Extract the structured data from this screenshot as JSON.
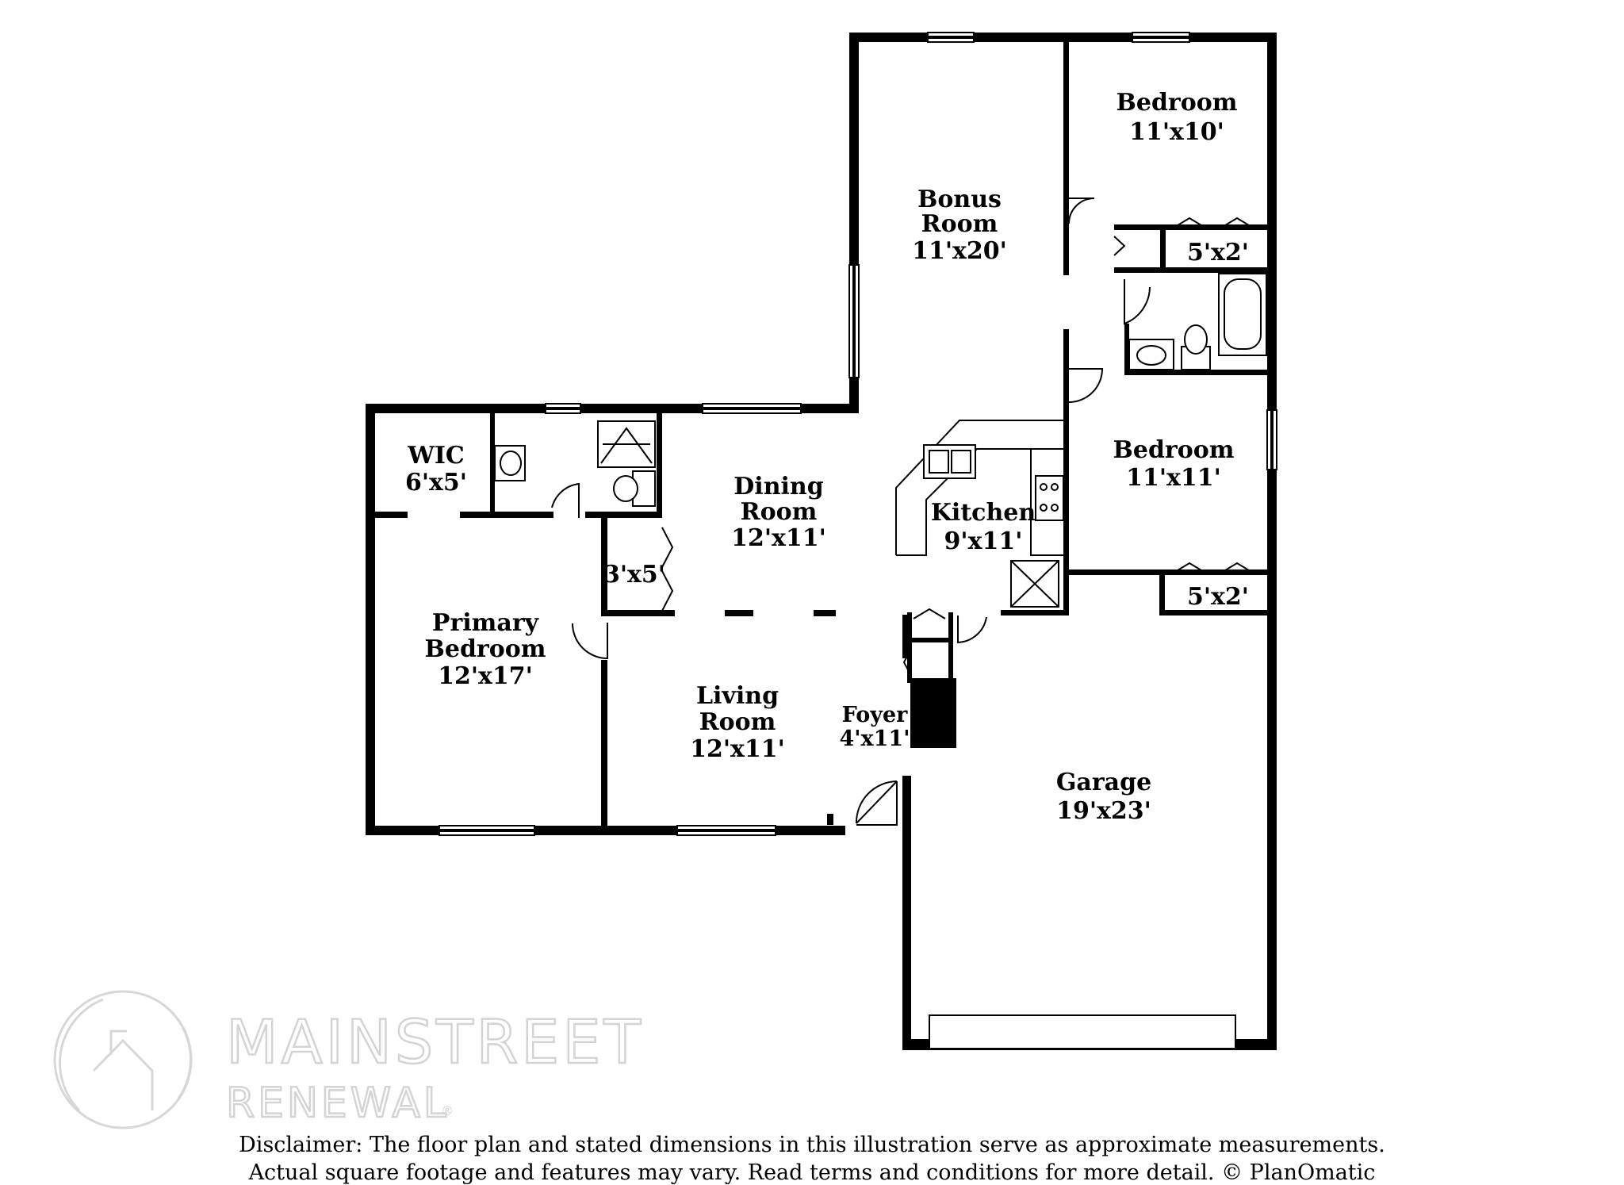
{
  "rooms": {
    "bedroom_top": {
      "name": "Bedroom",
      "dims": "11'x10'"
    },
    "bonus": {
      "name_line1": "Bonus",
      "name_line2": "Room",
      "dims": "11'x20'"
    },
    "closet_top": {
      "dims": "5'x2'"
    },
    "bedroom_mid": {
      "name": "Bedroom",
      "dims": "11'x11'"
    },
    "closet_mid": {
      "dims": "5'x2'"
    },
    "wic": {
      "name": "WIC",
      "dims": "6'x5'"
    },
    "dining": {
      "name_line1": "Dining",
      "name_line2": "Room",
      "dims": "12'x11'"
    },
    "kitchen": {
      "name": "Kitchen",
      "dims": "9'x11'"
    },
    "closet_dining": {
      "dims": "3'x5'"
    },
    "primary": {
      "name_line1": "Primary",
      "name_line2": "Bedroom",
      "dims": "12'x17'"
    },
    "living": {
      "name_line1": "Living",
      "name_line2": "Room",
      "dims": "12'x11'"
    },
    "foyer": {
      "name": "Foyer",
      "dims": "4'x11'"
    },
    "garage": {
      "name": "Garage",
      "dims": "19'x23'"
    }
  },
  "brand": {
    "line1": "MAINSTREET",
    "line2": "RENEWAL",
    "reg": "®"
  },
  "disclaimer": {
    "line1": "Disclaimer: The floor plan and stated dimensions in this illustration serve as approximate measurements.",
    "line2": "Actual square footage and features may vary. Read terms and conditions for more detail. © PlanOmatic"
  },
  "colors": {
    "wall": "#000000",
    "background": "#ffffff",
    "watermark": "#d4d4d4"
  }
}
